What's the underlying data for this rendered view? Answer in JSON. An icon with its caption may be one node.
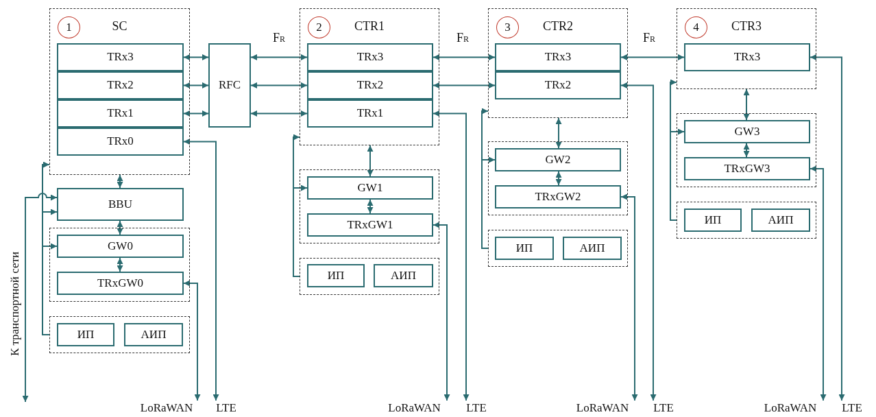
{
  "diagram": {
    "nodes": [
      {
        "text": [
          "SC"
        ]
      },
      {
        "text": [
          "1"
        ],
        "in": 0
      },
      {
        "text": [
          "TRx3"
        ],
        "in": 0
      },
      {
        "text": [
          "TRx2"
        ],
        "in": 0
      },
      {
        "text": [
          "TRx1"
        ],
        "in": 0
      },
      {
        "text": [
          "TRx0"
        ],
        "in": 0
      },
      {
        "text": [
          "RFC"
        ]
      },
      {
        "text": [
          "BBU"
        ]
      },
      {
        "text": [],
        "shape": "box"
      },
      {
        "text": [
          "GW0"
        ],
        "in": 8
      },
      {
        "text": [
          "TRxGW0"
        ],
        "in": 8
      },
      {
        "text": [],
        "shape": "box"
      },
      {
        "text": [
          "ИП"
        ],
        "in": 11
      },
      {
        "text": [
          "АИП"
        ],
        "in": 11
      },
      {
        "text": [
          "CTR1"
        ]
      },
      {
        "text": [
          "2"
        ],
        "in": 14
      },
      {
        "text": [
          "TRx3"
        ],
        "in": 14
      },
      {
        "text": [
          "TRx2"
        ],
        "in": 14
      },
      {
        "text": [
          "TRx1"
        ],
        "in": 14
      },
      {
        "text": [],
        "shape": "box"
      },
      {
        "text": [
          "GW1"
        ],
        "in": 19
      },
      {
        "text": [
          "TRxGW1"
        ],
        "in": 19
      },
      {
        "text": [],
        "shape": "box"
      },
      {
        "text": [
          "ИП"
        ],
        "in": 22
      },
      {
        "text": [
          "АИП"
        ],
        "in": 22
      },
      {
        "text": [
          "CTR2"
        ]
      },
      {
        "text": [
          "3"
        ],
        "in": 25
      },
      {
        "text": [
          "TRx3"
        ],
        "in": 25
      },
      {
        "text": [
          "TRx2"
        ],
        "in": 25
      },
      {
        "text": [],
        "shape": "box"
      },
      {
        "text": [
          "GW2"
        ],
        "in": 29
      },
      {
        "text": [
          "TRxGW2"
        ],
        "in": 29
      },
      {
        "text": [],
        "shape": "box"
      },
      {
        "text": [
          "ИП"
        ],
        "in": 32
      },
      {
        "text": [
          "АИП"
        ],
        "in": 32
      },
      {
        "text": [
          "CTR3"
        ]
      },
      {
        "text": [
          "4"
        ],
        "in": 35
      },
      {
        "text": [
          "TRx3"
        ],
        "in": 35
      },
      {
        "text": [],
        "shape": "box"
      },
      {
        "text": [
          "GW3"
        ],
        "in": 38
      },
      {
        "text": [
          "TRxGW3"
        ],
        "in": 38
      },
      {
        "text": [],
        "shape": "box"
      },
      {
        "text": [
          "ИП"
        ],
        "in": 41
      },
      {
        "text": [
          "АИП"
        ],
        "in": 41
      },
      {
        "text": [
          "LoRaWAN"
        ]
      },
      {
        "text": [
          "LTE"
        ]
      },
      {
        "text": [
          "LoRaWAN"
        ]
      },
      {
        "text": [
          "LTE"
        ]
      },
      {
        "text": [
          "LoRaWAN"
        ]
      },
      {
        "text": [
          "LTE"
        ]
      },
      {
        "text": [
          "LoRaWAN"
        ]
      },
      {
        "text": [
          "LTE"
        ]
      },
      {
        "text": [
          "К транспортной сети"
        ]
      }
    ],
    "edges": [
      {
        "from": 2,
        "to": 6,
        "arrow": "both"
      },
      {
        "from": 3,
        "to": 6,
        "arrow": "both"
      },
      {
        "from": 4,
        "to": 6,
        "arrow": "both"
      },
      {
        "from": 6,
        "to": 16,
        "arrow": "both",
        "label": "F$_{R}$"
      },
      {
        "from": 6,
        "to": 17,
        "arrow": "both"
      },
      {
        "from": 6,
        "to": 18,
        "arrow": "both"
      },
      {
        "from": 16,
        "to": 27,
        "arrow": "both",
        "label": "F$_{R}$"
      },
      {
        "from": 17,
        "to": 28,
        "arrow": "both"
      },
      {
        "from": 27,
        "to": 37,
        "arrow": "both",
        "label": "F$_{R}$"
      },
      {
        "from": 5,
        "to": 45,
        "arrow": "both"
      },
      {
        "from": 18,
        "to": 47,
        "arrow": "both"
      },
      {
        "from": 28,
        "to": 49,
        "arrow": "both"
      },
      {
        "from": 37,
        "to": 51,
        "arrow": "both"
      },
      {
        "from": 0,
        "to": 7,
        "arrow": "both"
      },
      {
        "from": 7,
        "to": 9,
        "arrow": "both"
      },
      {
        "from": 9,
        "to": 10,
        "arrow": "both"
      },
      {
        "from": 10,
        "to": 44,
        "arrow": "both"
      },
      {
        "from": 7,
        "to": 52,
        "arrow": "both"
      },
      {
        "from": 11,
        "to": 0,
        "arrow": "to"
      },
      {
        "from": 11,
        "to": 7,
        "arrow": "to"
      },
      {
        "from": 11,
        "to": 9,
        "arrow": "to"
      },
      {
        "from": 14,
        "to": 20,
        "arrow": "both"
      },
      {
        "from": 20,
        "to": 21,
        "arrow": "both"
      },
      {
        "from": 21,
        "to": 46,
        "arrow": "both"
      },
      {
        "from": 22,
        "to": 14,
        "arrow": "to"
      },
      {
        "from": 22,
        "to": 20,
        "arrow": "to"
      },
      {
        "from": 25,
        "to": 30,
        "arrow": "both"
      },
      {
        "from": 30,
        "to": 31,
        "arrow": "both"
      },
      {
        "from": 31,
        "to": 48,
        "arrow": "both"
      },
      {
        "from": 32,
        "to": 25,
        "arrow": "to"
      },
      {
        "from": 32,
        "to": 30,
        "arrow": "to"
      },
      {
        "from": 35,
        "to": 39,
        "arrow": "both"
      },
      {
        "from": 39,
        "to": 40,
        "arrow": "both"
      },
      {
        "from": 40,
        "to": 50,
        "arrow": "both"
      },
      {
        "from": 41,
        "to": 35,
        "arrow": "to"
      },
      {
        "from": 41,
        "to": 39,
        "arrow": "to"
      }
    ]
  }
}
